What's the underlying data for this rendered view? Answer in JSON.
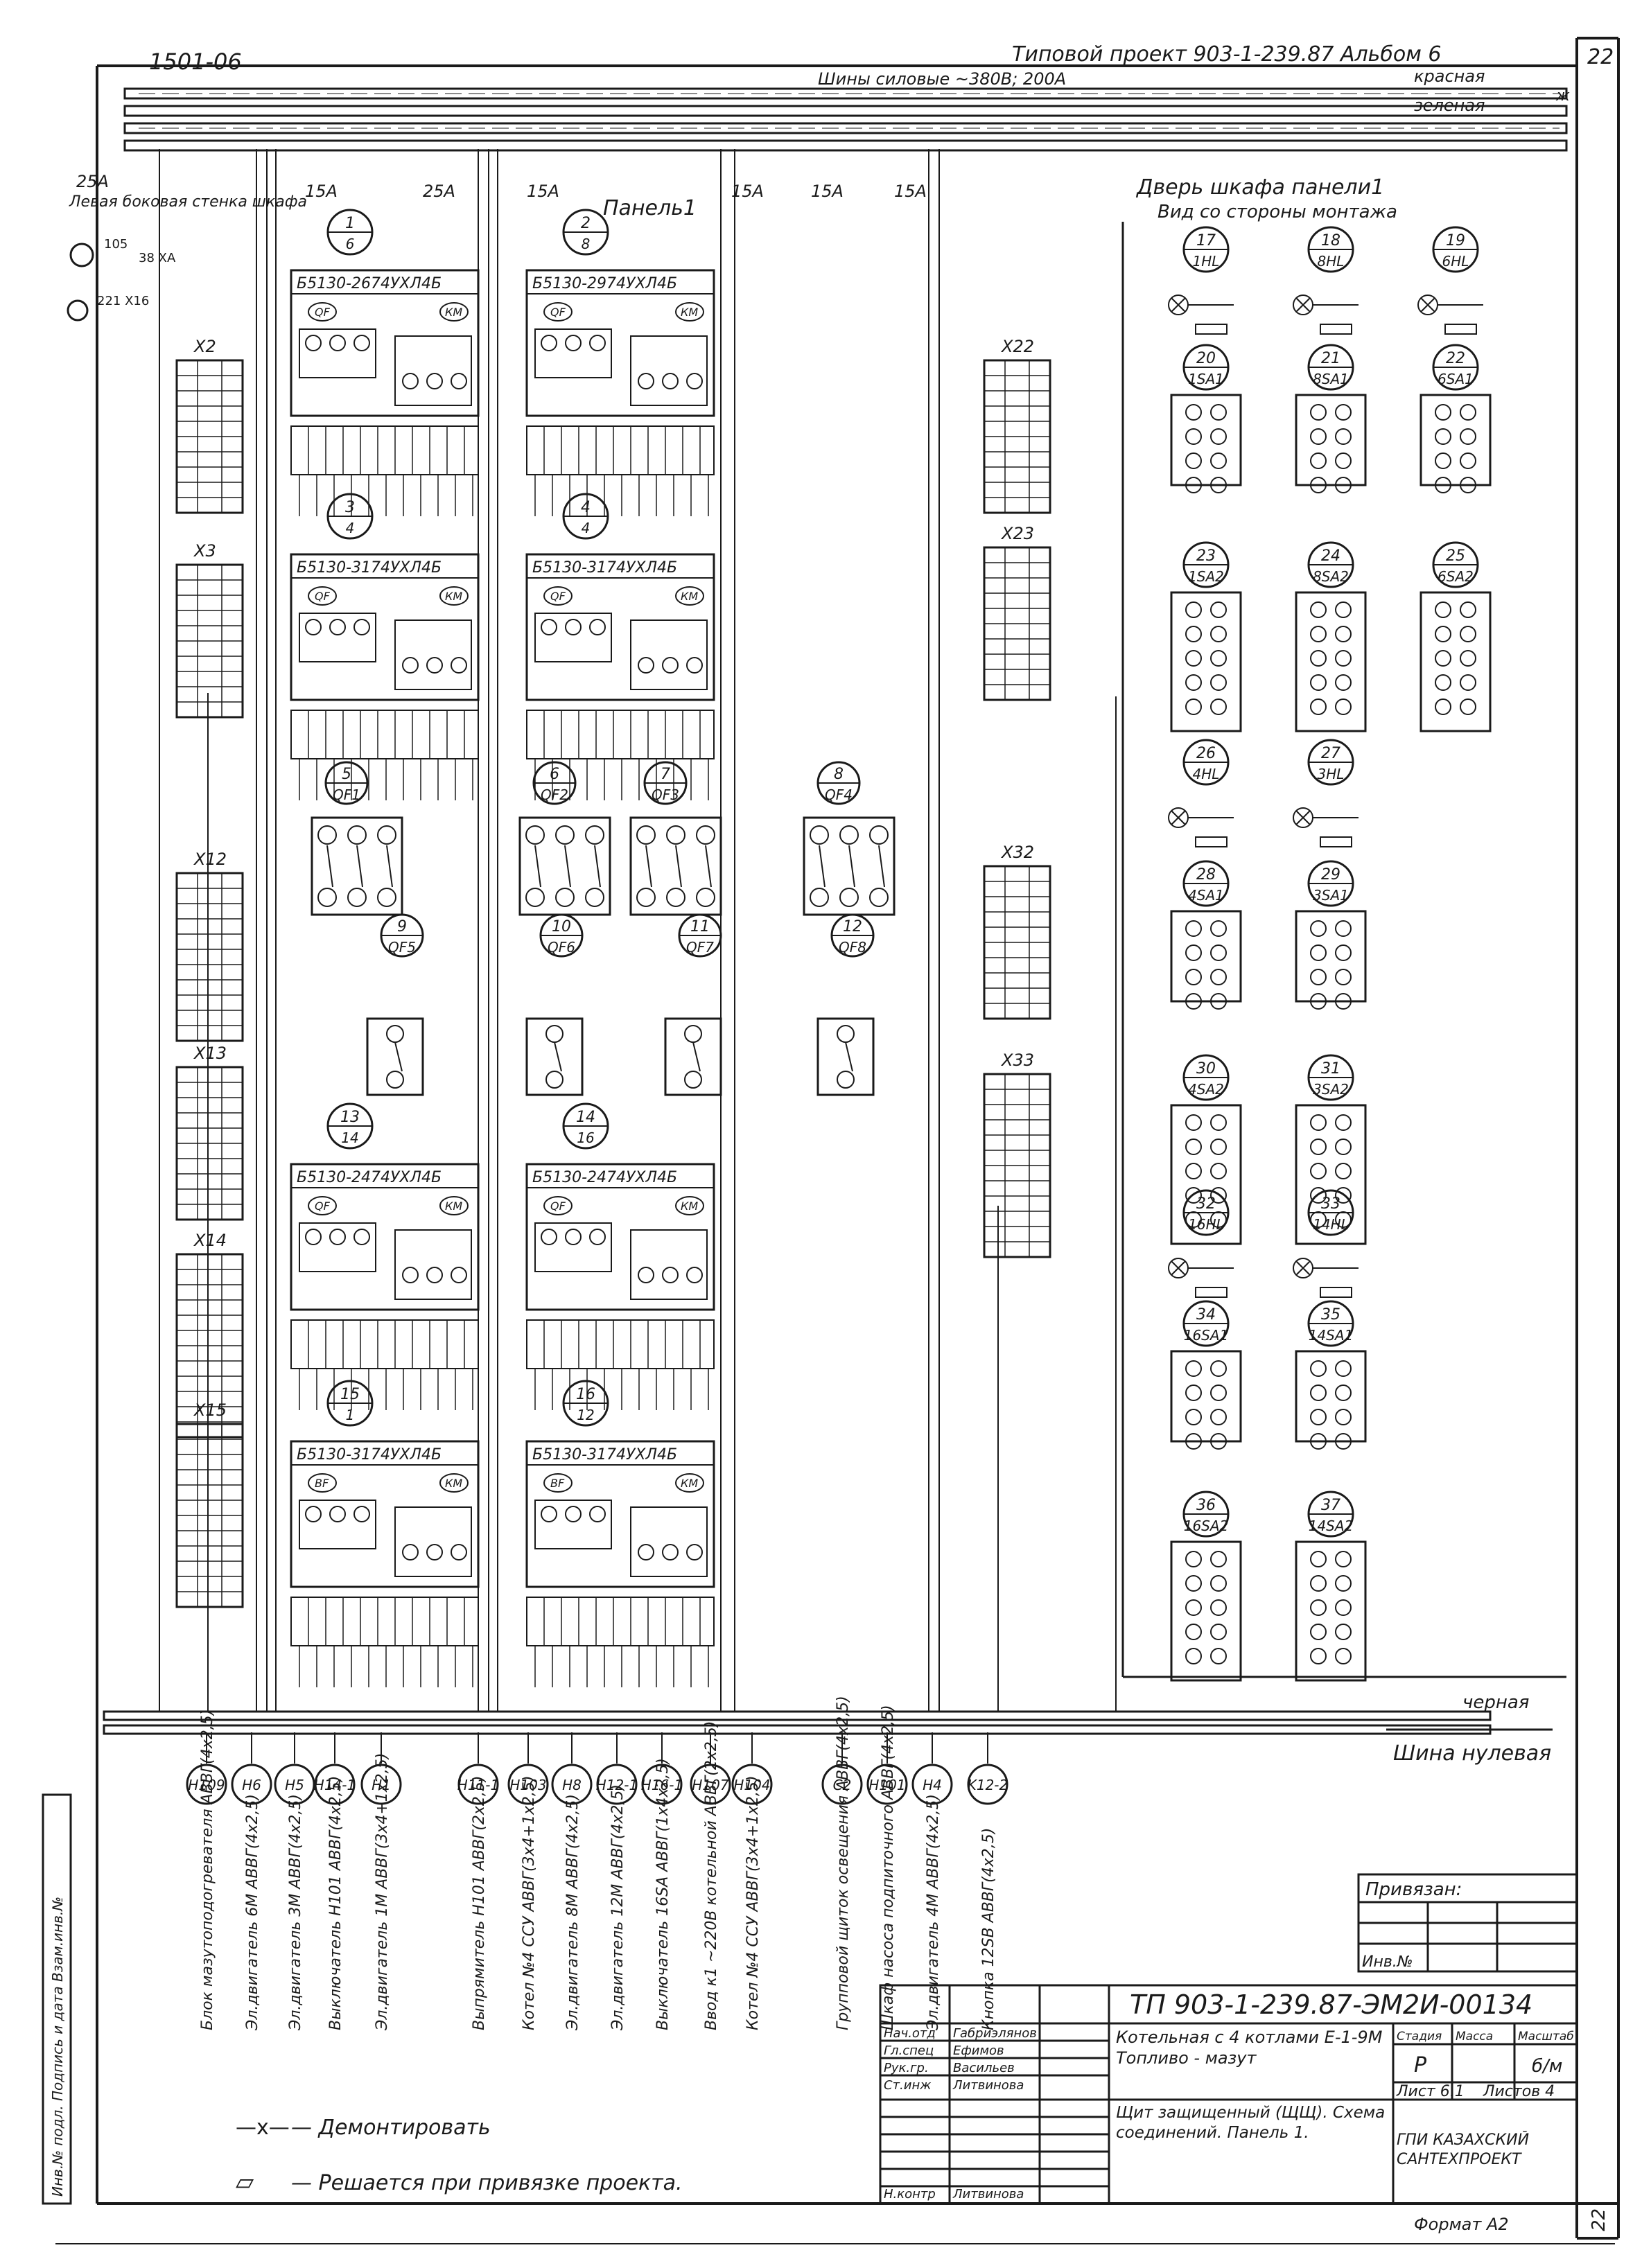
{
  "header": {
    "corner_code": "1501-06",
    "project": "Типовой проект 903-1-239.87 Альбом 6",
    "sheet_no": "22"
  },
  "buses": {
    "power": "Шины силовые ~380В; 200А",
    "red": "красная",
    "green": "зеленая",
    "yellow": "ж",
    "zero": "Шина нулевая",
    "black": "черная"
  },
  "left_notes": {
    "wall": "Левая боковая стенка шкафа",
    "fuse_25": "25А",
    "socket_105": "105",
    "socket_xa": "38 ХА",
    "socket_x16": "221 Х16"
  },
  "fuse_labels": [
    "15А",
    "25А",
    "15А",
    "15А",
    "15А",
    "15А"
  ],
  "panel_title": "Панель1",
  "door_title": "Дверь шкафа панели1",
  "door_subtitle": "Вид со стороны монтажа",
  "devices": [
    {
      "num": "1",
      "den": "6",
      "model": "Б5130-2674УХЛ4Б",
      "qf": "QF",
      "km": "КМ"
    },
    {
      "num": "2",
      "den": "8",
      "model": "Б5130-2974УХЛ4Б",
      "qf": "QF",
      "km": "КМ"
    },
    {
      "num": "3",
      "den": "4",
      "model": "Б5130-3174УХЛ4Б",
      "qf": "QF",
      "km": "КМ"
    },
    {
      "num": "4",
      "den": "4",
      "model": "Б5130-3174УХЛ4Б",
      "qf": "QF",
      "km": "КМ"
    },
    {
      "num": "13",
      "den": "14",
      "model": "Б5130-2474УХЛ4Б",
      "qf": "QF",
      "km": "КМ"
    },
    {
      "num": "14",
      "den": "16",
      "model": "Б5130-2474УХЛ4Б",
      "qf": "QF",
      "km": "КМ"
    },
    {
      "num": "15",
      "den": "1",
      "model": "Б5130-3174УХЛ4Б",
      "qf": "BF",
      "km": "КМ"
    },
    {
      "num": "16",
      "den": "12",
      "model": "Б5130-3174УХЛ4Б",
      "qf": "BF",
      "km": "КМ"
    }
  ],
  "breakers": [
    {
      "num": "5",
      "tag": "QF1"
    },
    {
      "num": "6",
      "tag": "QF2"
    },
    {
      "num": "7",
      "tag": "QF3"
    },
    {
      "num": "8",
      "tag": "QF4"
    },
    {
      "num": "9",
      "tag": "QF5"
    },
    {
      "num": "10",
      "tag": "QF6"
    },
    {
      "num": "11",
      "tag": "QF7"
    },
    {
      "num": "12",
      "tag": "QF8"
    }
  ],
  "terminal_blocks": [
    {
      "name": "X2"
    },
    {
      "name": "X3"
    },
    {
      "name": "X12"
    },
    {
      "name": "X13"
    },
    {
      "name": "X14"
    },
    {
      "name": "X15"
    },
    {
      "name": "X22"
    },
    {
      "name": "X23"
    },
    {
      "name": "X32"
    },
    {
      "name": "X33"
    }
  ],
  "door_items": [
    {
      "num": "17",
      "tag": "1HL"
    },
    {
      "num": "18",
      "tag": "8HL"
    },
    {
      "num": "19",
      "tag": "6HL"
    },
    {
      "num": "20",
      "tag": "1SA1"
    },
    {
      "num": "21",
      "tag": "8SA1"
    },
    {
      "num": "22",
      "tag": "6SA1"
    },
    {
      "num": "23",
      "tag": "1SA2"
    },
    {
      "num": "24",
      "tag": "8SA2"
    },
    {
      "num": "25",
      "tag": "6SA2"
    },
    {
      "num": "26",
      "tag": "4HL"
    },
    {
      "num": "27",
      "tag": "3HL"
    },
    {
      "num": "28",
      "tag": "4SA1"
    },
    {
      "num": "29",
      "tag": "3SA1"
    },
    {
      "num": "30",
      "tag": "4SA2"
    },
    {
      "num": "31",
      "tag": "3SA2"
    },
    {
      "num": "32",
      "tag": "16HL"
    },
    {
      "num": "33",
      "tag": "14HL"
    },
    {
      "num": "34",
      "tag": "16SA1"
    },
    {
      "num": "35",
      "tag": "14SA1"
    },
    {
      "num": "36",
      "tag": "16SA2"
    },
    {
      "num": "37",
      "tag": "14SA2"
    }
  ],
  "consumers": [
    {
      "tag": "H109",
      "text": "Блок мазутоподогревателя АВВГ(4х2,5)"
    },
    {
      "tag": "H6",
      "text": "Эл.двигатель 6М АВВГ(4х2,5)"
    },
    {
      "tag": "H5",
      "text": "Эл.двигатель 3М АВВГ(4х2,5)"
    },
    {
      "tag": "H14-1",
      "text": "Выключатель Н101 АВВГ(4х2,5)"
    },
    {
      "tag": "H1",
      "text": "Эл.двигатель 1М АВВГ(3х4+1х2,5)"
    },
    {
      "tag": "H11-1",
      "text": "Выпрямитель Н101 АВВГ(2х2,5)"
    },
    {
      "tag": "H103",
      "text": "Котел №4 ССУ АВВГ(3х4+1х2,5)"
    },
    {
      "tag": "H8",
      "text": "Эл.двигатель 8М АВВГ(4х2,5)"
    },
    {
      "tag": "H12-1",
      "text": "Эл.двигатель 12М АВВГ(4х2,5)"
    },
    {
      "tag": "H16-1",
      "text": "Выключатель 16SA АВВГ(1х4х2,5)"
    },
    {
      "tag": "H107",
      "text": "Ввод к1 ~220В котельной АВВГ(2х2,5)"
    },
    {
      "tag": "H104",
      "text": "Котел №4 ССУ АВВГ(3х4+1х2,5)"
    },
    {
      "tag": "C2",
      "text": "Групповой щиток освещения АВВГ(4х2,5)"
    },
    {
      "tag": "H101",
      "text": "Шкаф насоса подпиточного АВВГ(4х2,5)"
    },
    {
      "tag": "H4",
      "text": "Эл.двигатель 4М АВВГ(4х2,5)"
    },
    {
      "tag": "K12-2",
      "text": "Кнопка 12SB АВВГ(4х2,5)"
    }
  ],
  "legend": [
    {
      "symbol": "—х—",
      "text": "— Демонтировать"
    },
    {
      "symbol": "▱",
      "text": "— Решается при привязке проекта."
    }
  ],
  "binding_label": "Привязан:",
  "inv_label": "Инв.№",
  "side_stamp": "Инв.№ подл. Подпись и дата Взам.инв.№",
  "title_block": {
    "code": "ТП 903-1-239.87-ЭМ2И-00134",
    "rows": [
      {
        "role": "Нач.отд",
        "name": "Габриэлянов"
      },
      {
        "role": "Гл.спец",
        "name": "Ефимов"
      },
      {
        "role": "Рук.гр.",
        "name": "Васильев"
      },
      {
        "role": "Ст.инж",
        "name": "Литвинова"
      },
      {
        "role": "Н.контр",
        "name": "Литвинова"
      }
    ],
    "object": "Котельная с 4 котлами Е-1-9М Топливо - мазут",
    "stage_h": "Стадия",
    "mass_h": "Масса",
    "scale_h": "Масштаб",
    "stage": "Р",
    "scale": "б/м",
    "sheet": "Лист 6.1",
    "sheets": "Листов 4",
    "title": "Щит защищенный (ЩЩ). Схема соединений. Панель 1.",
    "org": "ГПИ КАЗАХСКИЙ САНТЕХПРОЕКТ",
    "format": "Формат А2"
  },
  "footer_sheet": "22"
}
